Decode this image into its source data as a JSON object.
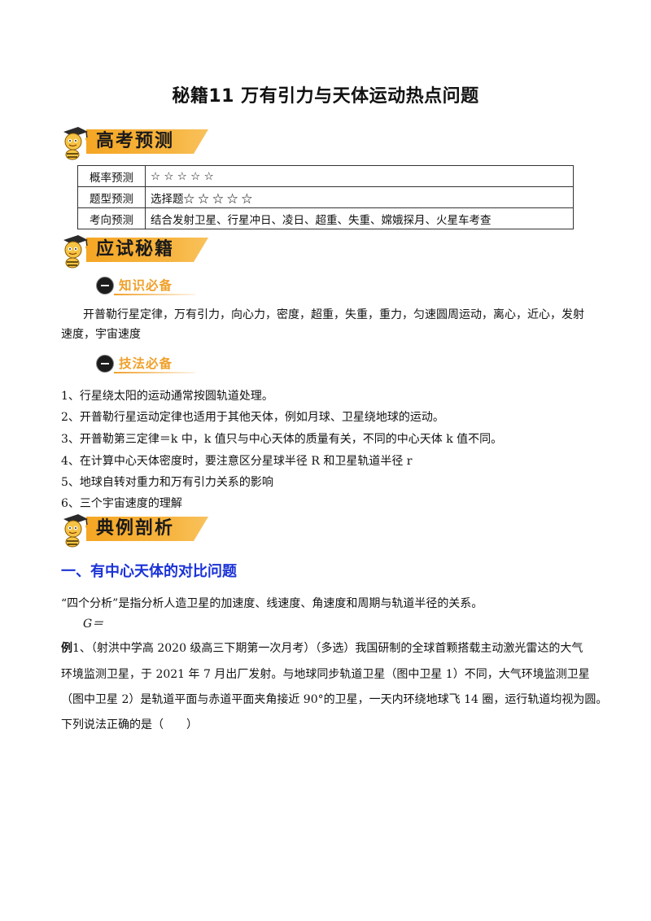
{
  "doc": {
    "title": "秘籍11  万有引力与天体运动热点问题"
  },
  "banners": {
    "predict": "高考预测",
    "tips": "应试秘籍",
    "examples": "典例剖析"
  },
  "table": {
    "rows": [
      {
        "key": "概率预测",
        "value": "☆ ☆ ☆ ☆ ☆"
      },
      {
        "key": "题型预测",
        "value": "选择题☆ ☆ ☆ ☆ ☆"
      },
      {
        "key": "考向预测",
        "value": "结合发射卫星、行星冲日、凌日、超重、失重、嫦娥探月、火星车考查"
      }
    ]
  },
  "knowledge": {
    "badge": "知识必备",
    "text_line1": "开普勒行星定律，万有引力，向心力，密度，超重，失重，重力，匀速圆周运动，离心，近心，发射",
    "text_line2": "速度，宇宙速度"
  },
  "skills": {
    "badge": "技法必备",
    "items": [
      "1、行星绕太阳的运动通常按圆轨道处理。",
      "2、开普勒行星运动定律也适用于其他天体，例如月球、卫星绕地球的运动。",
      "3、开普勒第三定律＝k 中，k 值只与中心天体的质量有关，不同的中心天体 k 值不同。",
      "4、在计算中心天体密度时，要注意区分星球半径 R 和卫星轨道半径 r",
      "5、地球自转对重力和万有引力关系的影响",
      "6、三个宇宙速度的理解"
    ]
  },
  "section1": {
    "heading": "一、有中心天体的对比问题",
    "intro": "“四个分析”是指分析人造卫星的加速度、线速度、角速度和周期与轨道半径的关系。",
    "formula": "G＝"
  },
  "example1": {
    "lead": "例",
    "line1": "1、（射洪中学高 2020 级高三下期第一次月考）（多选）我国研制的全球首颗搭载主动激光雷达的大气",
    "line2": "环境监测卫星，于 2021 年 7 月出厂发射。与地球同步轨道卫星（图中卫星 1）不同，大气环境监测卫星",
    "line3": "（图中卫星 2）是轨道平面与赤道平面夹角接近 90°的卫星，一天内环绕地球飞 14 圈，运行轨道均视为圆。",
    "line4": "下列说法正确的是（　　）"
  },
  "colors": {
    "banner": "#f5a623",
    "badge_text": "#f0a02a",
    "heading_blue": "#1a32d6"
  }
}
